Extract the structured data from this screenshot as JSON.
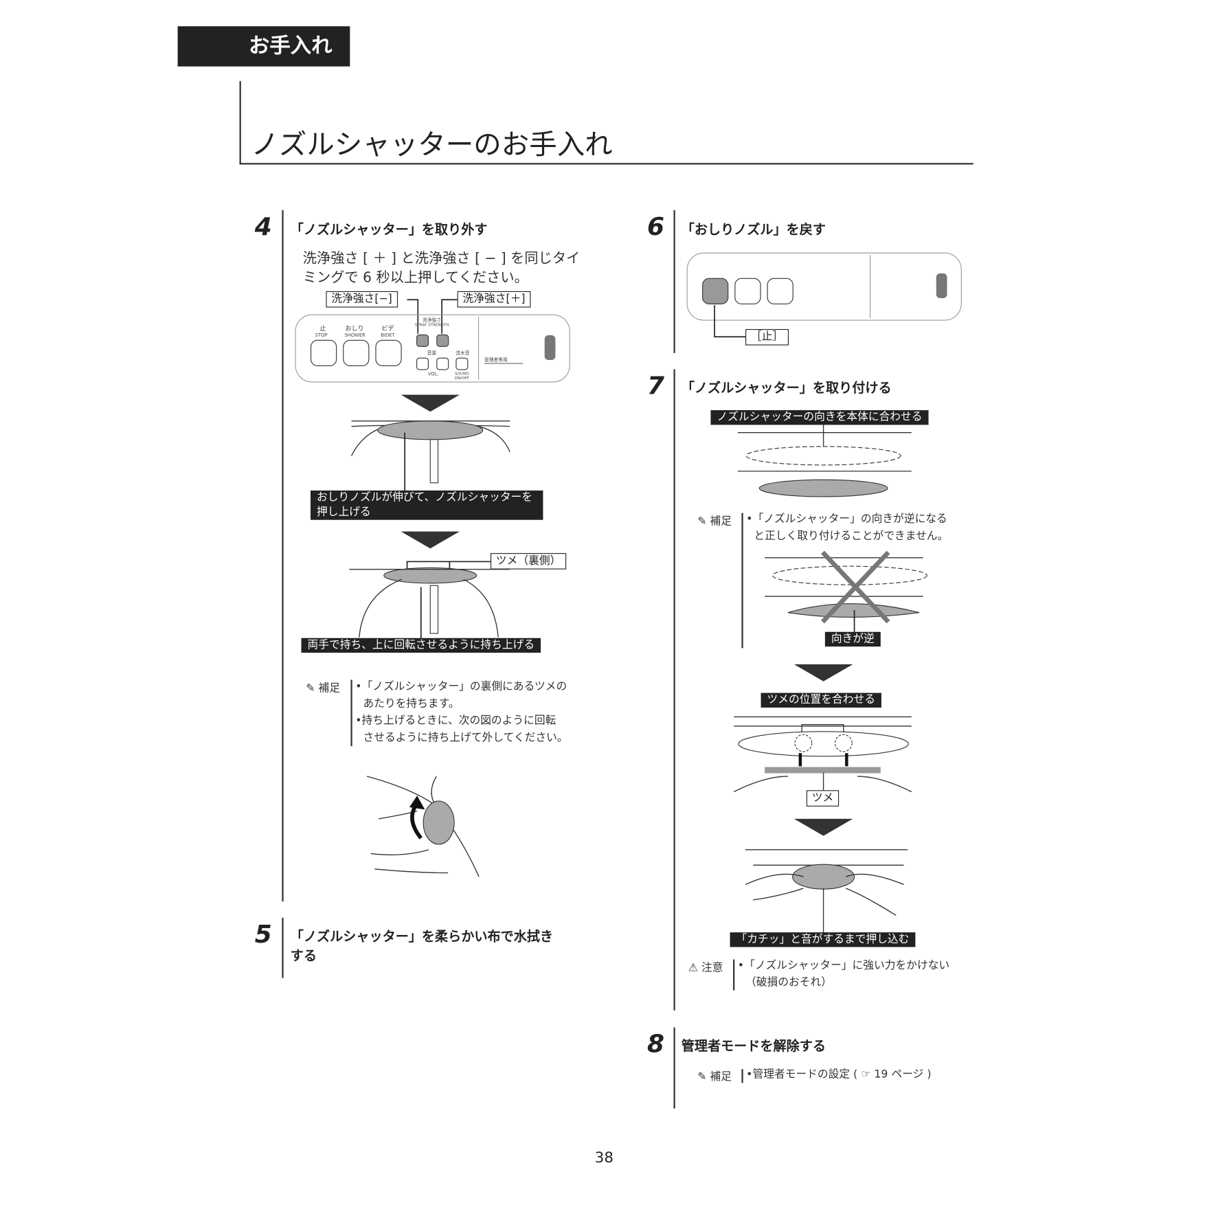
{
  "section": "お手入れ",
  "title": "ノズルシャッターのお手入れ",
  "steps": {
    "s4": {
      "num": "4",
      "title": "「ノズルシャッター」を取り外す",
      "body1": "洗浄強さ [ ＋ ] と洗浄強さ [ − ] を同じタイ",
      "body2": "ミングで 6 秒以上押してください。",
      "label_minus": "洗浄強さ[−]",
      "label_plus": "洗浄強さ[＋]",
      "caption1a": "おしりノズルが伸びて、ノズルシャッターを",
      "caption1b": "押し上げる",
      "label_claw": "ツメ（裏側）",
      "caption2": "両手で持ち、上に回転させるように持ち上げる",
      "note_head": "補足",
      "note1a": "•「ノズルシャッター」の裏側にあるツメの",
      "note1b": "あたりを持ちます。",
      "note2a": "•持ち上げるときに、次の図のように回転",
      "note2b": "させるように持ち上げて外してください。"
    },
    "s5": {
      "num": "5",
      "title1": "「ノズルシャッター」を柔らかい布で水拭き",
      "title2": "する"
    },
    "s6": {
      "num": "6",
      "title": "「おしりノズル」を戻す",
      "label_stop": "［止］"
    },
    "s7": {
      "num": "7",
      "title": "「ノズルシャッター」を取り付ける",
      "caption1": "ノズルシャッターの向きを本体に合わせる",
      "note_head": "補足",
      "note1a": "•「ノズルシャッター」の向きが逆になる",
      "note1b": "と正しく取り付けることができません。",
      "caption_wrong": "向きが逆",
      "caption2": "ツメの位置を合わせる",
      "label_claw": "ツメ",
      "caption3": "「カチッ」と音がするまで押し込む",
      "caution_head": "注意",
      "caution1a": "•「ノズルシャッター」に強い力をかけない",
      "caution1b": "（破損のおそれ）"
    },
    "s8": {
      "num": "8",
      "title": "管理者モードを解除する",
      "note_head": "補足",
      "note": "•管理者モードの設定 ( ☞ 19 ページ )"
    }
  },
  "panel": {
    "stop": "止",
    "stop_en": "STOP",
    "shower": "おしり",
    "shower_en": "SHOWER",
    "bidet": "ビデ",
    "bidet_en": "BIDET",
    "strength": "洗浄強さ",
    "strength_en": "SPRAY STRENGTH",
    "vol": "音量",
    "vol_en": "VOL.",
    "sound": "流水音",
    "sound_en": "SOUND ON/OFF",
    "admin": "管理者専用"
  },
  "page_number": "38"
}
